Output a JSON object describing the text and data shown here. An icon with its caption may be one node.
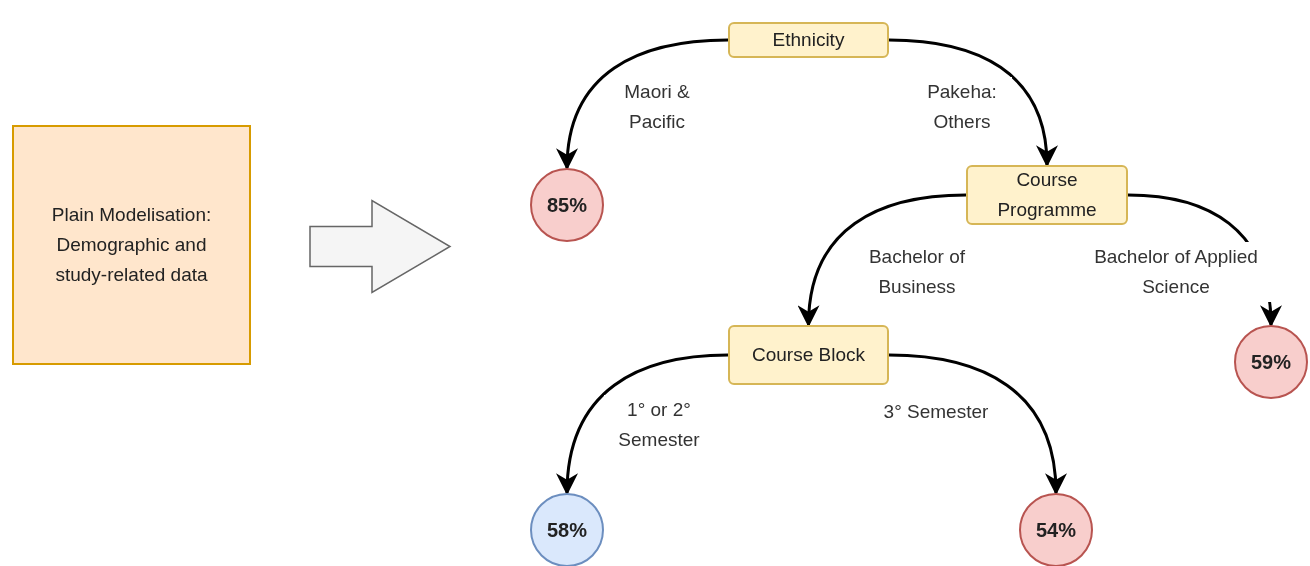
{
  "diagram": {
    "nodes": [
      {
        "text": [
          "Plain Modelisation: Demographic and study-related data"
        ]
      },
      {
        "text": [
          "Ethnicity"
        ]
      },
      {
        "text": [
          "85%"
        ]
      },
      {
        "text": [
          "Course Programme"
        ]
      },
      {
        "text": [
          "59%"
        ]
      },
      {
        "text": [
          "Course Block"
        ]
      },
      {
        "text": [
          "58%"
        ]
      },
      {
        "text": [
          "54%"
        ]
      }
    ],
    "edges": [
      {
        "from": 1,
        "to": 2,
        "arrow": "to",
        "label": "Maori & Pacific"
      },
      {
        "from": 1,
        "to": 3,
        "arrow": "to",
        "label": "Pakeha: Others"
      },
      {
        "from": 3,
        "to": 5,
        "arrow": "to",
        "label": "Bachelor of Business"
      },
      {
        "from": 3,
        "to": 4,
        "arrow": "to",
        "label": "Bachelor of Applied Science"
      },
      {
        "from": 5,
        "to": 6,
        "arrow": "to",
        "label": "1° or 2° Semester"
      },
      {
        "from": 5,
        "to": 7,
        "arrow": "to",
        "label": "3° Semester"
      }
    ]
  }
}
